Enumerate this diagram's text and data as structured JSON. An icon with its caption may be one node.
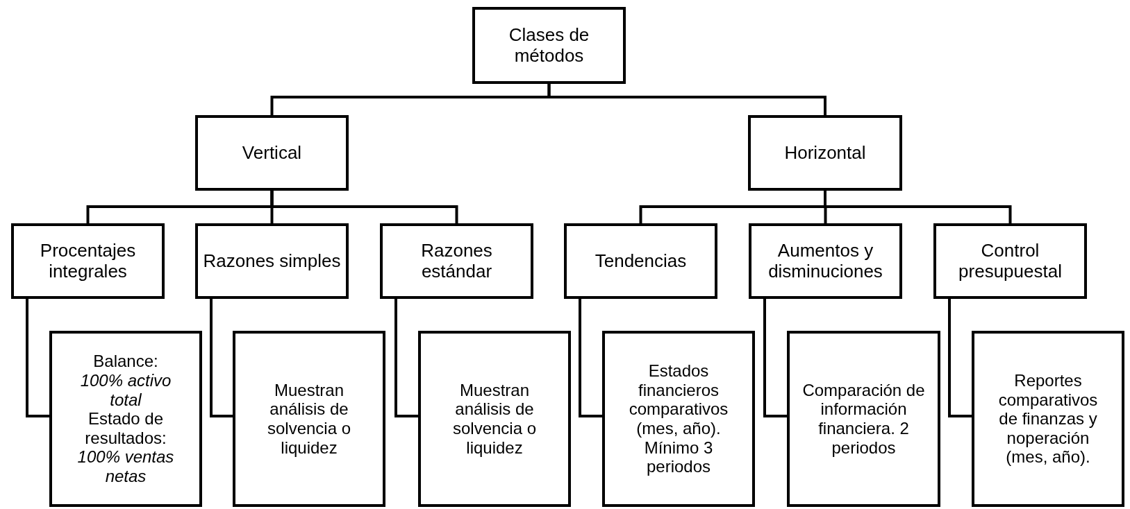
{
  "diagram": {
    "nodes": [
      {
        "text": [
          "Clases de métodos"
        ]
      },
      {
        "text": [
          "Vertical"
        ]
      },
      {
        "text": [
          "Horizontal"
        ]
      },
      {
        "text": [
          "Procentajes integrales"
        ]
      },
      {
        "text": [
          "Razones simples"
        ]
      },
      {
        "text": [
          "Razones estándar"
        ]
      },
      {
        "text": [
          "Tendencias"
        ]
      },
      {
        "text": [
          "Aumentos y disminuciones"
        ]
      },
      {
        "text": [
          "Control presupuestal"
        ]
      },
      {
        "text": [
          "Balance:",
          "*100% activo total*",
          "Estado de resultados:",
          "*100% ventas netas*"
        ]
      },
      {
        "text": [
          "Muestran análisis de solvencia o liquidez"
        ]
      },
      {
        "text": [
          "Muestran análisis de solvencia o liquidez"
        ]
      },
      {
        "text": [
          "Estados financieros comparativos (mes, año). Mínimo 3 periodos"
        ]
      },
      {
        "text": [
          "Comparación de información financiera. 2 periodos"
        ]
      },
      {
        "text": [
          "Reportes comparativos de finanzas y noperación (mes, año)."
        ]
      }
    ],
    "edges": [
      {
        "from": 0,
        "to": 1,
        "arrow": "none"
      },
      {
        "from": 0,
        "to": 2,
        "arrow": "none"
      },
      {
        "from": 1,
        "to": 3,
        "arrow": "none"
      },
      {
        "from": 1,
        "to": 4,
        "arrow": "none"
      },
      {
        "from": 1,
        "to": 5,
        "arrow": "none"
      },
      {
        "from": 2,
        "to": 6,
        "arrow": "none"
      },
      {
        "from": 2,
        "to": 7,
        "arrow": "none"
      },
      {
        "from": 2,
        "to": 8,
        "arrow": "none"
      },
      {
        "from": 3,
        "to": 9,
        "arrow": "none"
      },
      {
        "from": 4,
        "to": 10,
        "arrow": "none"
      },
      {
        "from": 5,
        "to": 11,
        "arrow": "none"
      },
      {
        "from": 6,
        "to": 12,
        "arrow": "none"
      },
      {
        "from": 7,
        "to": 13,
        "arrow": "none"
      },
      {
        "from": 8,
        "to": 14,
        "arrow": "none"
      }
    ]
  }
}
